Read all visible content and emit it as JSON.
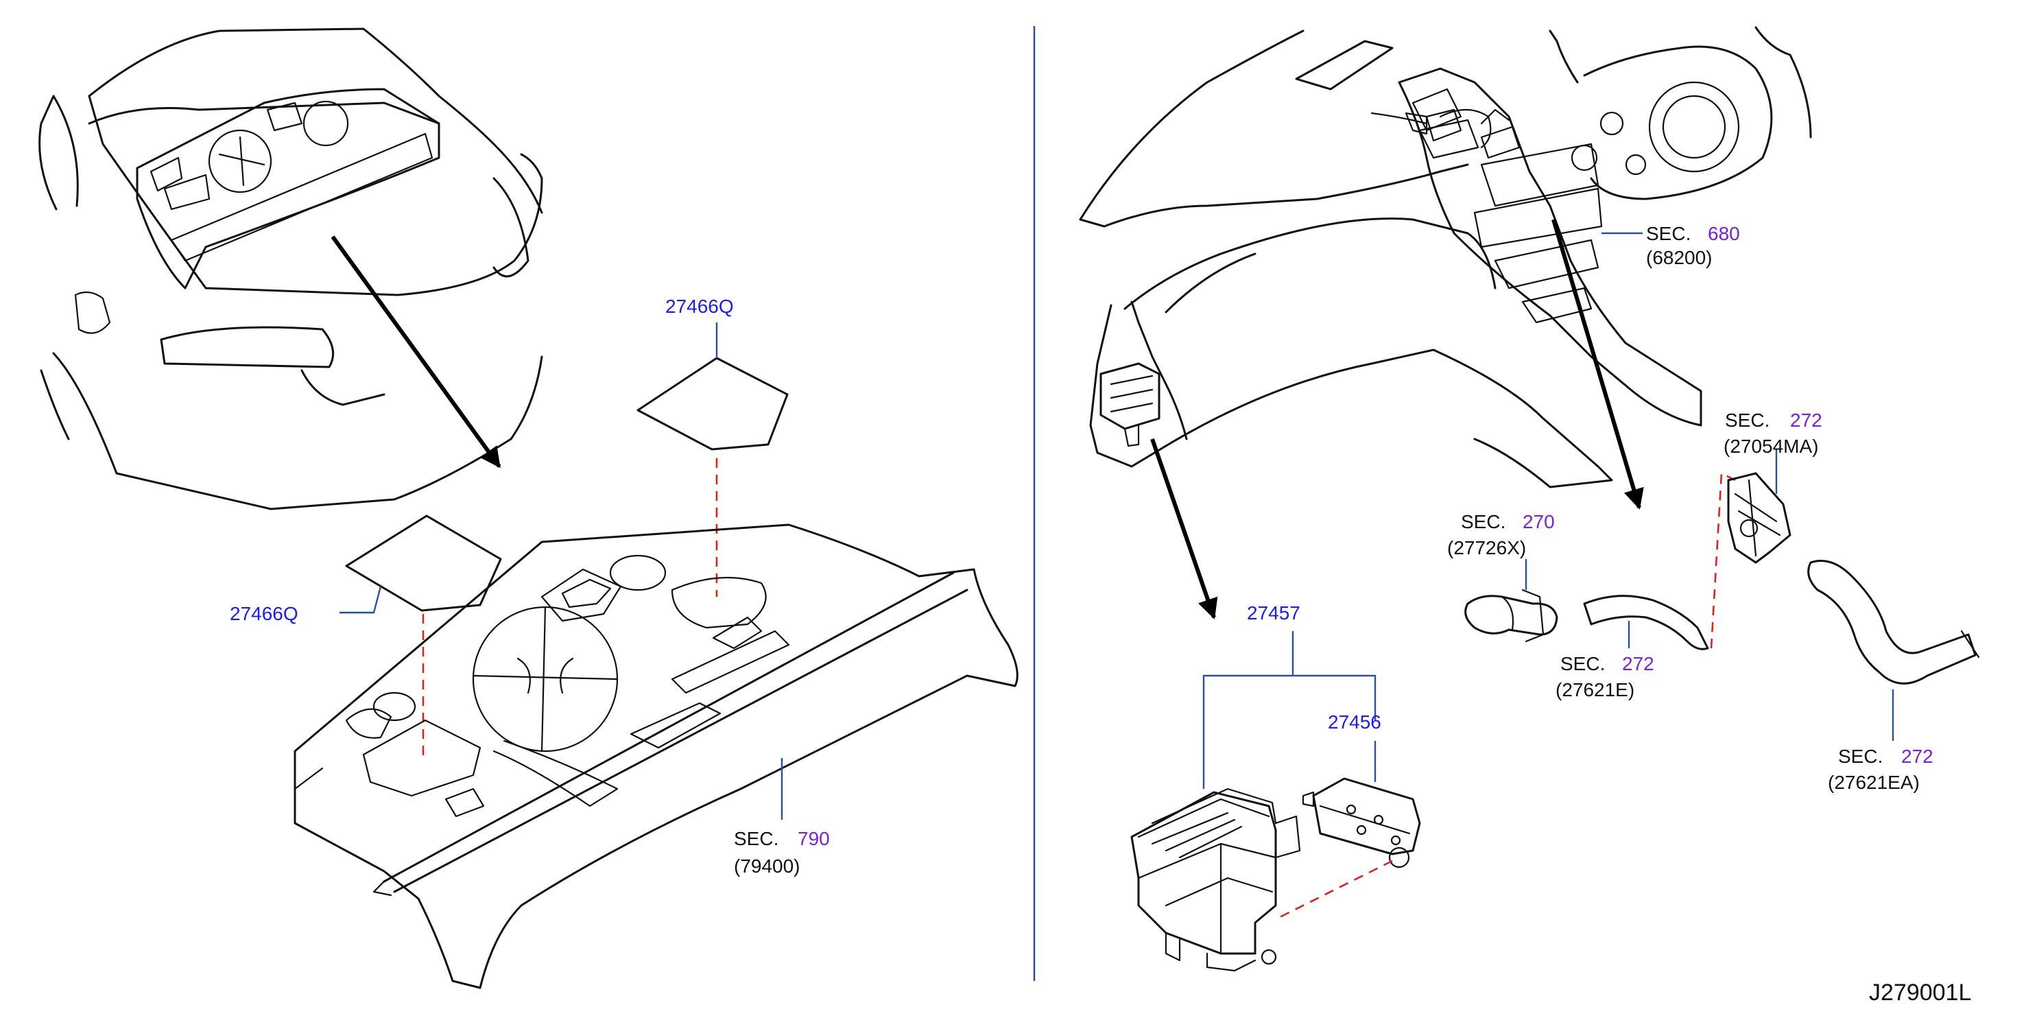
{
  "diagram_code": "J279001L",
  "labels": {
    "p27466q_top": "27466Q",
    "p27466q_left": "27466Q",
    "sec790_prefix": "SEC.",
    "sec790_num": "790",
    "sec790_ref": "(79400)",
    "p27457": "27457",
    "p27456": "27456",
    "sec680_prefix": "SEC.",
    "sec680_num": "680",
    "sec680_ref": "(68200)",
    "sec270_prefix": "SEC.",
    "sec270_num": "270",
    "sec270_ref": "(27726X)",
    "sec272a_prefix": "SEC.",
    "sec272a_num": "272",
    "sec272a_ref": "(27621E)",
    "sec272b_prefix": "SEC.",
    "sec272b_num": "272",
    "sec272b_ref": "(27054MA)",
    "sec272c_prefix": "SEC.",
    "sec272c_num": "272",
    "sec272c_ref": "(27621EA)"
  },
  "colors": {
    "part_number": "#1a1aff",
    "section_number": "#7a1fe0",
    "leader_line": "#2d4f9a",
    "dashed_guide": "#e02020",
    "outline": "#111111"
  }
}
